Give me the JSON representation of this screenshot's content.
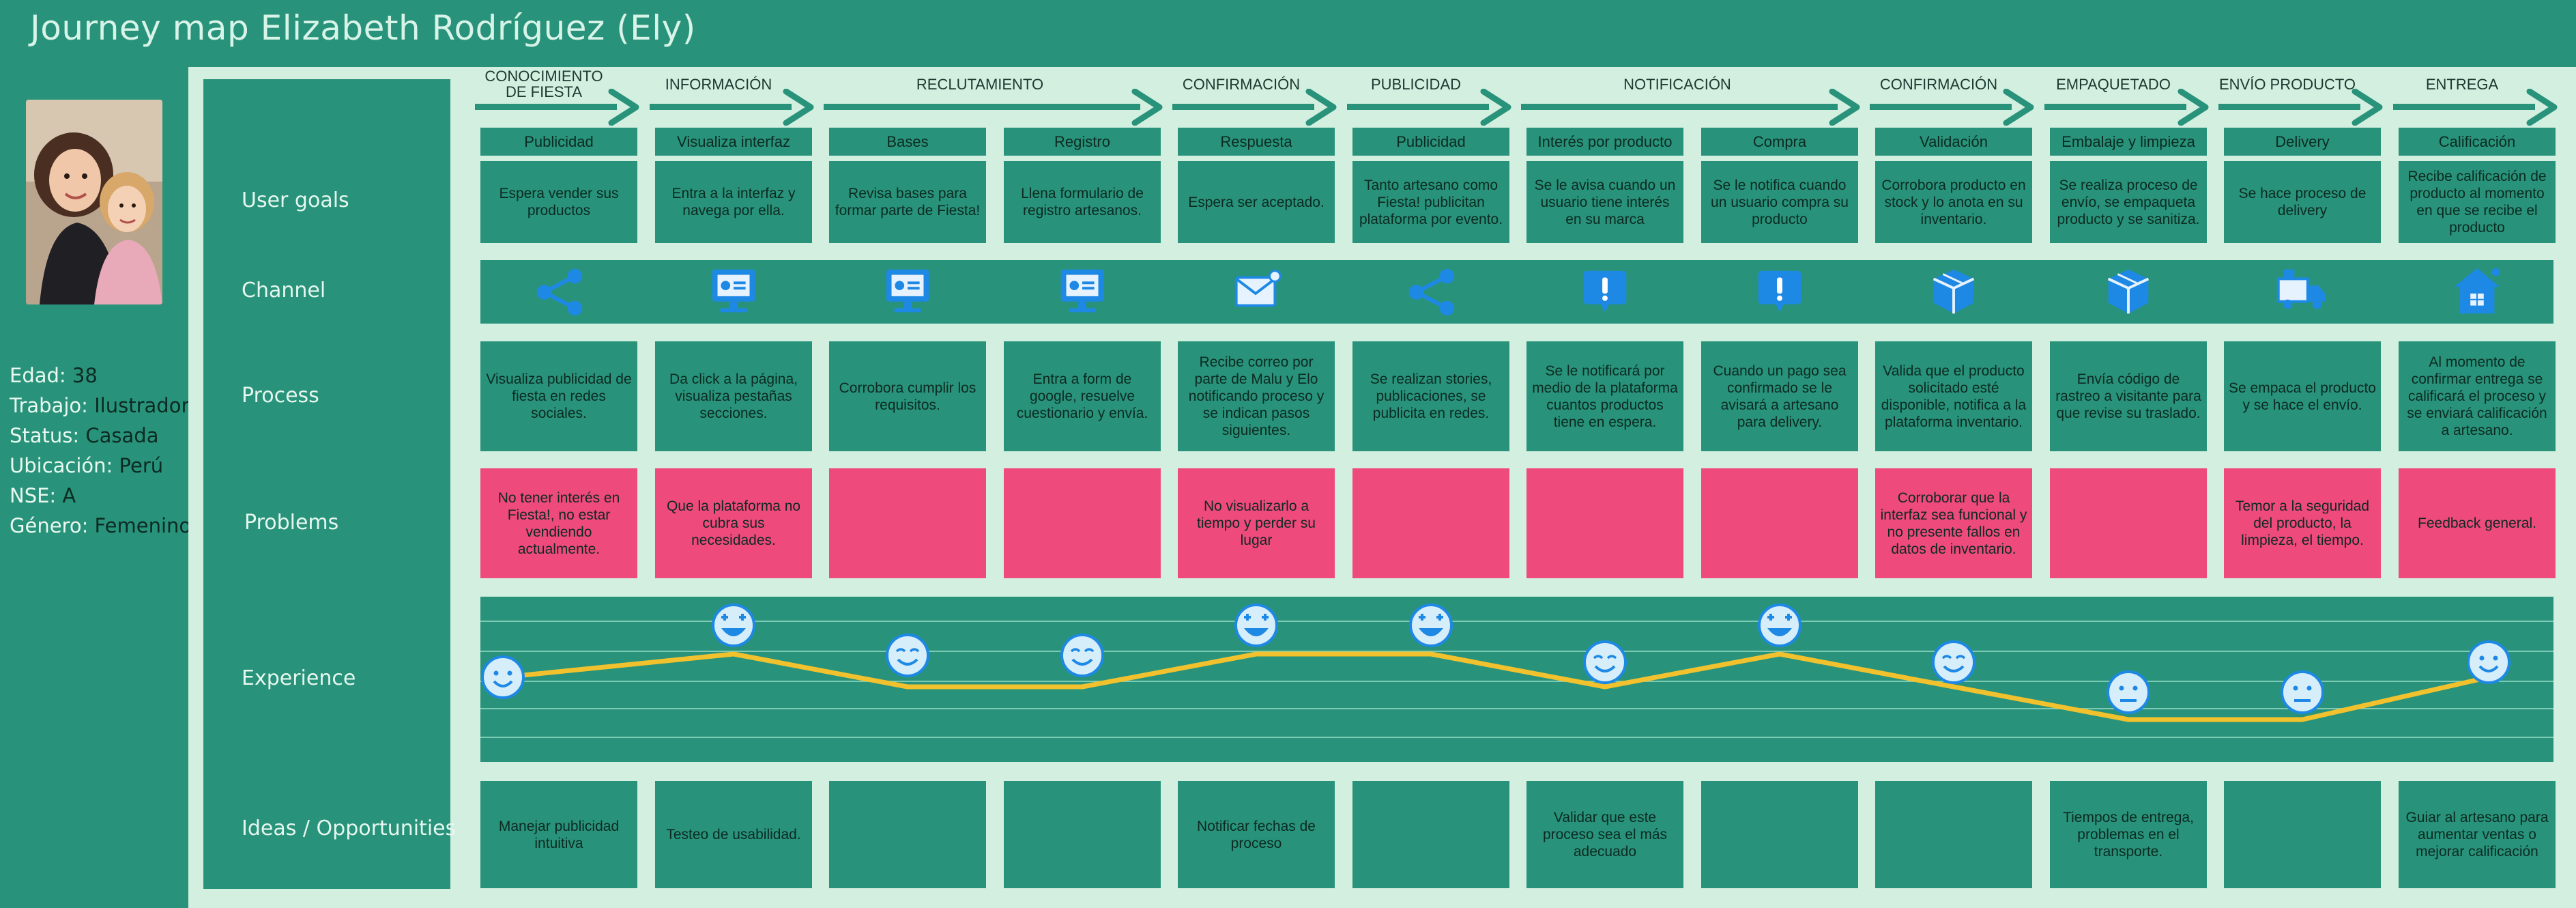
{
  "title": "Journey map Elizabeth Rodríguez (Ely)",
  "persona": [
    {
      "key": "Edad:",
      "value": "38"
    },
    {
      "key": "Trabajo:",
      "value": "Ilustradora"
    },
    {
      "key": "Status:",
      "value": "Casada"
    },
    {
      "key": "Ubicación:",
      "value": "Perú"
    },
    {
      "key": "NSE:",
      "value": "A"
    },
    {
      "key": "Género:",
      "value": "Femenino"
    }
  ],
  "row_labels": {
    "user_goals": "User goals",
    "channel": "Channel",
    "process": "Process",
    "problems": "Problems",
    "experience": "Experience",
    "ideas": "Ideas / Opportunities"
  },
  "phases": [
    {
      "label": "CONOCIMIENTO DE FIESTA",
      "span": 1
    },
    {
      "label": "INFORMACIÓN",
      "span": 1
    },
    {
      "label": "RECLUTAMIENTO",
      "span": 2
    },
    {
      "label": "CONFIRMACIÓN",
      "span": 1
    },
    {
      "label": "PUBLICIDAD",
      "span": 1
    },
    {
      "label": "NOTIFICACIÓN",
      "span": 2
    },
    {
      "label": "CONFIRMACIÓN",
      "span": 1
    },
    {
      "label": "EMPAQUETADO",
      "span": 1
    },
    {
      "label": "ENVÍO PRODUCTO",
      "span": 1
    },
    {
      "label": "ENTREGA",
      "span": 1
    }
  ],
  "steps": [
    {
      "step": "Publicidad",
      "goal": "Espera vender sus productos",
      "channel_icon": "share-icon",
      "process": "Visualiza publicidad de fiesta en redes sociales.",
      "problem": "No tener interés en Fiesta!, no estar vendiendo actualmente.",
      "experience": 2,
      "emotion": "smile-face-icon",
      "idea": "Manejar publicidad intuitiva"
    },
    {
      "step": "Visualiza interfaz",
      "goal": "Entra a  la interfaz y navega por ella.",
      "channel_icon": "desktop-computer-icon",
      "process": "Da click a la página, visualiza pestañas secciones.",
      "problem": "Que la plataforma no cubra sus necesidades.",
      "experience": 3,
      "emotion": "starry-eyed-face-icon",
      "idea": "Testeo de usabilidad."
    },
    {
      "step": "Bases",
      "goal": "Revisa bases para formar parte de Fiesta!",
      "channel_icon": "desktop-computer-icon",
      "process": "Corrobora cumplir los requisitos.",
      "problem": "",
      "experience": 2,
      "emotion": "happy-face-icon",
      "idea": ""
    },
    {
      "step": "Registro",
      "goal": "Llena formulario de registro artesanos.",
      "channel_icon": "desktop-computer-icon",
      "process": "Entra a form de google, resuelve cuestionario y envía.",
      "problem": "",
      "experience": 2,
      "emotion": "happy-face-icon",
      "idea": ""
    },
    {
      "step": "Respuesta",
      "goal": "Espera ser aceptado.",
      "channel_icon": "email-icon",
      "process": "Recibe correo por parte de Malu y Elo notificando proceso y se indican pasos siguientes.",
      "problem": "No visualizarlo a tiempo y perder su lugar",
      "experience": 3,
      "emotion": "starry-eyed-face-icon",
      "idea": "Notificar fechas de proceso"
    },
    {
      "step": "Publicidad",
      "goal": "Tanto artesano como Fiesta! publicitan plataforma por evento.",
      "channel_icon": "share-icon",
      "process": "Se realizan stories, publicaciones, se publicita en redes.",
      "problem": "",
      "experience": 3,
      "emotion": "starry-eyed-face-icon",
      "idea": ""
    },
    {
      "step": "Interés por producto",
      "goal": "Se le avisa cuando un usuario tiene interés en su marca",
      "channel_icon": "notification-alert-icon",
      "process": "Se le notificará por medio de la plataforma cuantos productos tiene en espera.",
      "problem": "",
      "experience": 2,
      "emotion": "happy-face-icon",
      "idea": "Validar que este proceso sea el más adecuado"
    },
    {
      "step": "Compra",
      "goal": "Se le notifica cuando un usuario compra su producto",
      "channel_icon": "notification-alert-icon",
      "process": "Cuando un pago sea confirmado se le avisará a artesano para delivery.",
      "problem": "",
      "experience": 3,
      "emotion": "starry-eyed-face-icon",
      "idea": ""
    },
    {
      "step": "Validación",
      "goal": "Corrobora producto en stock y lo anota en su inventario.",
      "channel_icon": "package-box-icon",
      "process": "Valida que el producto solicitado esté disponible, notifica a la plataforma inventario.",
      "problem": "Corroborar que la interfaz sea funcional y no presente fallos en datos de inventario.",
      "experience": 2,
      "emotion": "happy-face-icon",
      "idea": ""
    },
    {
      "step": "Embalaje y limpieza",
      "goal": "Se realiza proceso de envío, se empaqueta producto y se sanitiza.",
      "channel_icon": "package-box-icon",
      "process": "Envía código de rastreo a visitante para que revise su traslado.",
      "problem": "",
      "experience": 1,
      "emotion": "neutral-face-icon",
      "idea": "Tiempos de entrega, problemas en el transporte."
    },
    {
      "step": "Delivery",
      "goal": "Se hace proceso de delivery",
      "channel_icon": "delivery-truck-icon",
      "process": "Se empaca el producto y se hace el envío.",
      "problem": "Temor a la seguridad del producto, la limpieza, el tiempo.",
      "experience": 1,
      "emotion": "neutral-face-icon",
      "idea": ""
    },
    {
      "step": "Calificación",
      "goal": "Recibe calificación de producto al momento en que se recibe el producto",
      "channel_icon": "home-delivery-icon",
      "process": "Al momento de confirmar entrega se calificará el proceso y se enviará calificación a artesano.",
      "problem": "Feedback general.",
      "experience": 2,
      "emotion": "smile-face-icon",
      "idea": "Guiar al artesano para aumentar ventas o mejorar calificación"
    }
  ],
  "colors": {
    "background": "#28937a",
    "board": "#d3efe0",
    "problem": "#ef4a7c",
    "experience_line": "#f2c12e",
    "icon_blue": "#1e88e5",
    "face_fill": "#d6eefa"
  }
}
